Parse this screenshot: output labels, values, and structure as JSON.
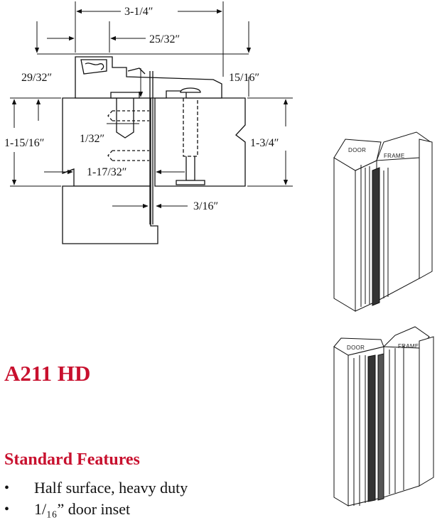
{
  "product": {
    "title": "A211 HD"
  },
  "features": {
    "heading": "Standard Features",
    "items": [
      "Half surface, heavy duty",
      "1/₁₆” door inset"
    ]
  },
  "dimensions": {
    "overall_width": "3-1/4″",
    "offset_width": "25/32″",
    "left_height": "29/32″",
    "right_height": "15/16″",
    "door_thickness": "1-15/16″",
    "frame_thickness": "1-3/4″",
    "inset": "1/32″",
    "center_offset": "1-17/32″",
    "gap": "3/16″"
  },
  "illustrations": {
    "top": {
      "door_label": "DOOR",
      "frame_label": "FRAME"
    },
    "bottom": {
      "door_label": "DOOR",
      "frame_label": "FRAME"
    }
  }
}
